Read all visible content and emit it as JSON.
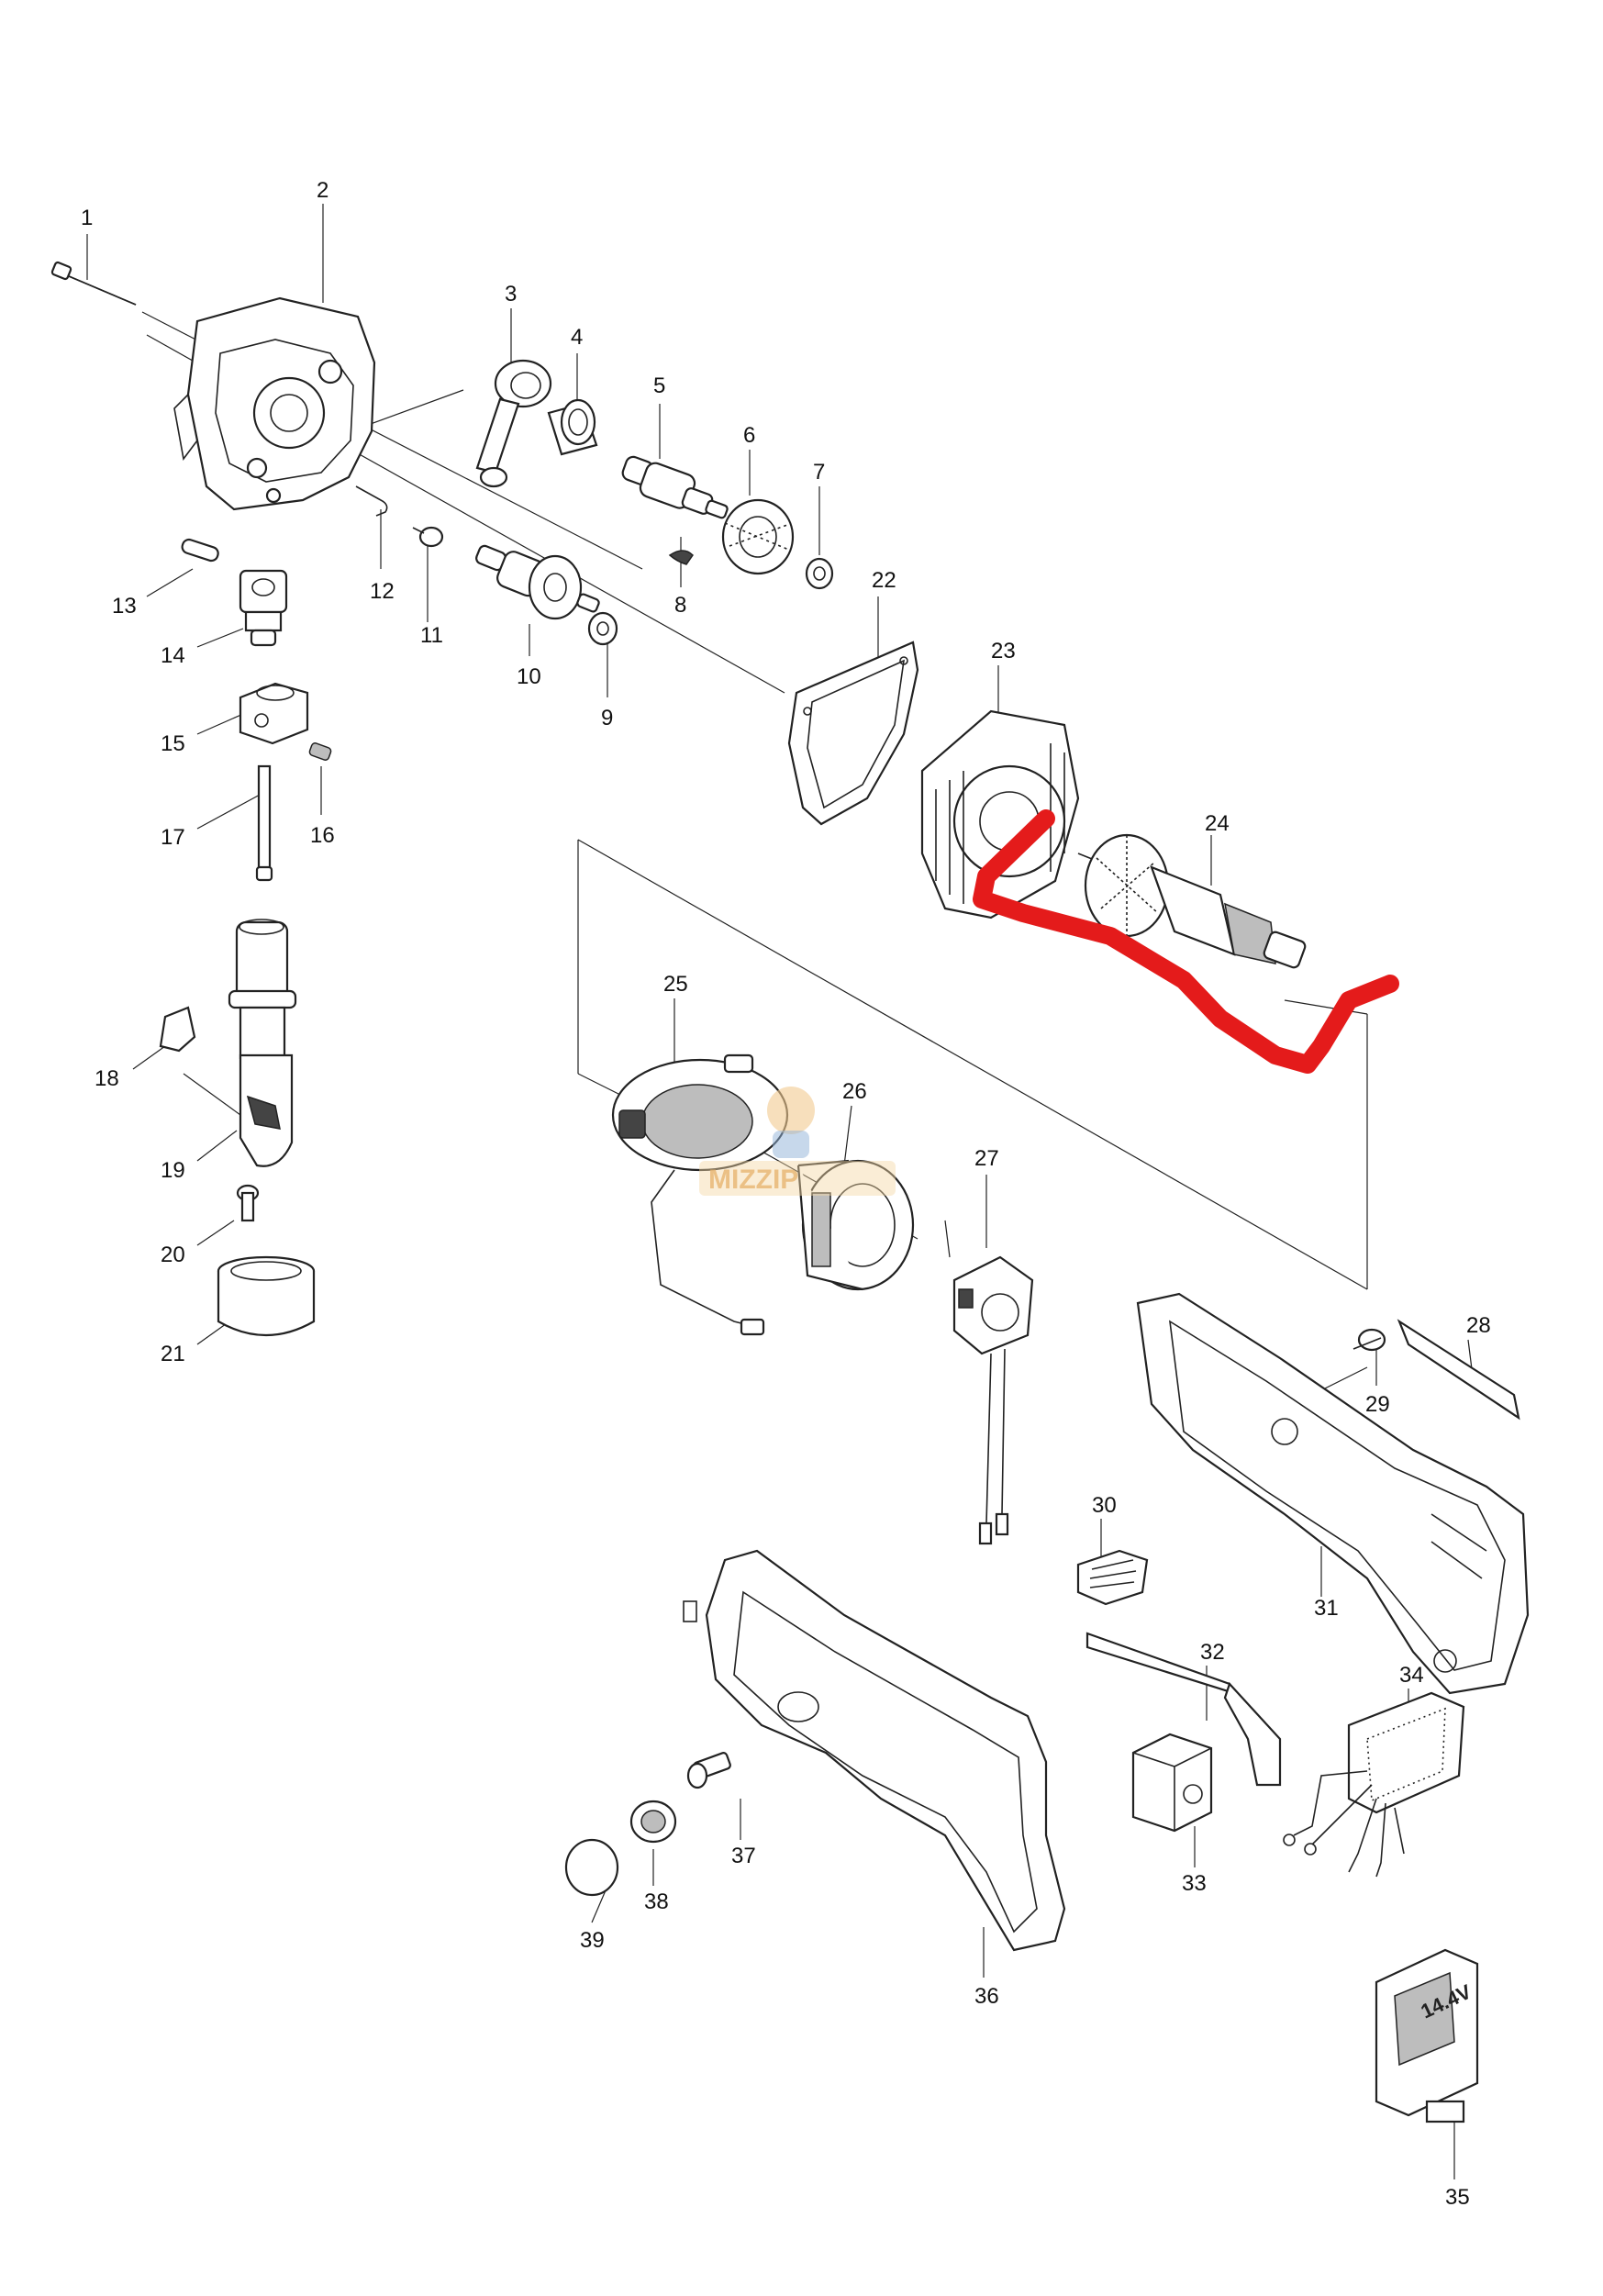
{
  "part_numbers": [
    "1",
    "2",
    "3",
    "4",
    "5",
    "6",
    "7",
    "8",
    "9",
    "10",
    "11",
    "12",
    "13",
    "14",
    "15",
    "16",
    "17",
    "18",
    "19",
    "20",
    "21",
    "22",
    "23",
    "24",
    "25",
    "26",
    "27",
    "28",
    "29",
    "30",
    "31",
    "32",
    "33",
    "34",
    "35",
    "36",
    "37",
    "38",
    "39"
  ],
  "battery_label": "14.4V",
  "watermark": {
    "text": "MIZZIP"
  },
  "colors": {
    "line": "#222222",
    "highlight_stroke": "#e41b1b",
    "watermark": "#e6b26a"
  }
}
